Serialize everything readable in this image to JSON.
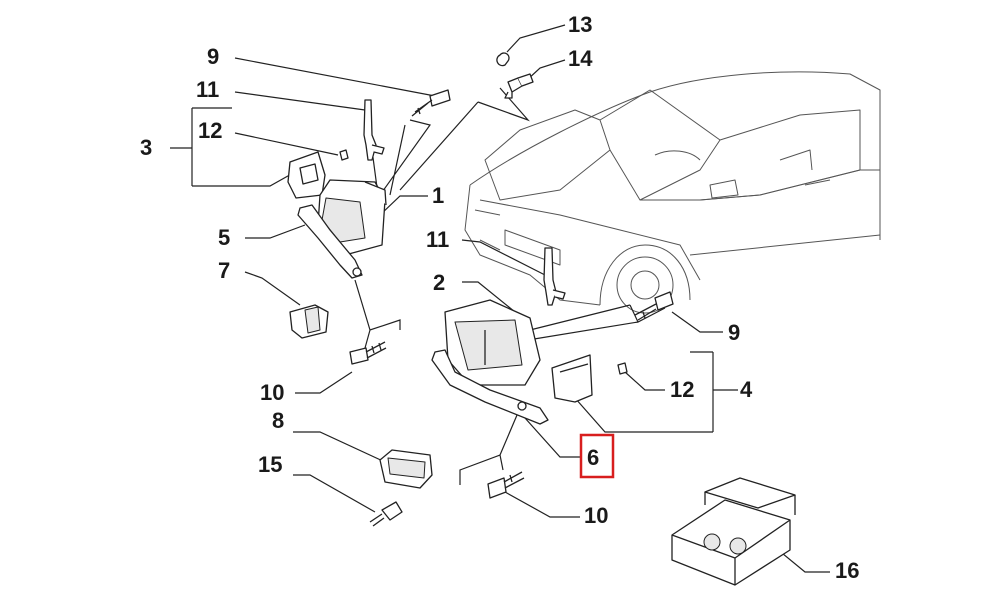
{
  "diagram": {
    "callouts": [
      {
        "id": "c13",
        "text": "13"
      },
      {
        "id": "c14",
        "text": "14"
      },
      {
        "id": "c9a",
        "text": "9"
      },
      {
        "id": "c11a",
        "text": "11"
      },
      {
        "id": "c12a",
        "text": "12"
      },
      {
        "id": "c3",
        "text": "3"
      },
      {
        "id": "c1",
        "text": "1"
      },
      {
        "id": "c5",
        "text": "5"
      },
      {
        "id": "c7",
        "text": "7"
      },
      {
        "id": "c11b",
        "text": "11"
      },
      {
        "id": "c2",
        "text": "2"
      },
      {
        "id": "c9b",
        "text": "9"
      },
      {
        "id": "c10a",
        "text": "10"
      },
      {
        "id": "c12b",
        "text": "12"
      },
      {
        "id": "c4",
        "text": "4"
      },
      {
        "id": "c8",
        "text": "8"
      },
      {
        "id": "c6",
        "text": "6"
      },
      {
        "id": "c15",
        "text": "15"
      },
      {
        "id": "c10b",
        "text": "10"
      },
      {
        "id": "c16",
        "text": "16"
      }
    ],
    "highlight": {
      "callout": "c6",
      "color": "#d81e1e"
    },
    "line_color": "#222222"
  }
}
